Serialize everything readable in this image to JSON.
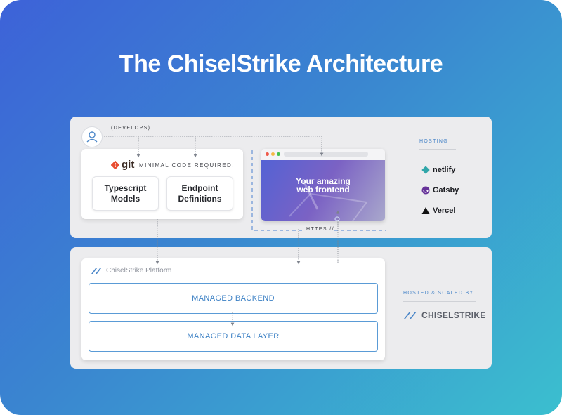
{
  "title": "The ChiselStrike Architecture",
  "develops_label": "(DEVELOPS)",
  "git": {
    "logo_text": "git",
    "caption": "MINIMAL CODE REQUIRED!"
  },
  "models": {
    "line1": "Typescript",
    "line2": "Models"
  },
  "endpoints": {
    "line1": "Endpoint",
    "line2": "Definitions"
  },
  "frontend": {
    "line1": "Your amazing",
    "line2": "web frontend",
    "protocol": "HTTPS://"
  },
  "hosting": {
    "label": "HOSTING",
    "providers": [
      {
        "name": "netlify"
      },
      {
        "name": "Gatsby"
      },
      {
        "name": "Vercel"
      }
    ]
  },
  "platform": {
    "name": "ChiselStrike Platform",
    "backend": "MANAGED BACKEND",
    "data_layer": "MANAGED DATA LAYER"
  },
  "hosted_by": {
    "label": "HOSTED & SCALED BY",
    "brand": "CHISELSTRIKE"
  },
  "colors": {
    "accent": "#4a86c8",
    "git": "#e84e31",
    "netlify": "#2fa6a9",
    "gatsby": "#663399"
  }
}
